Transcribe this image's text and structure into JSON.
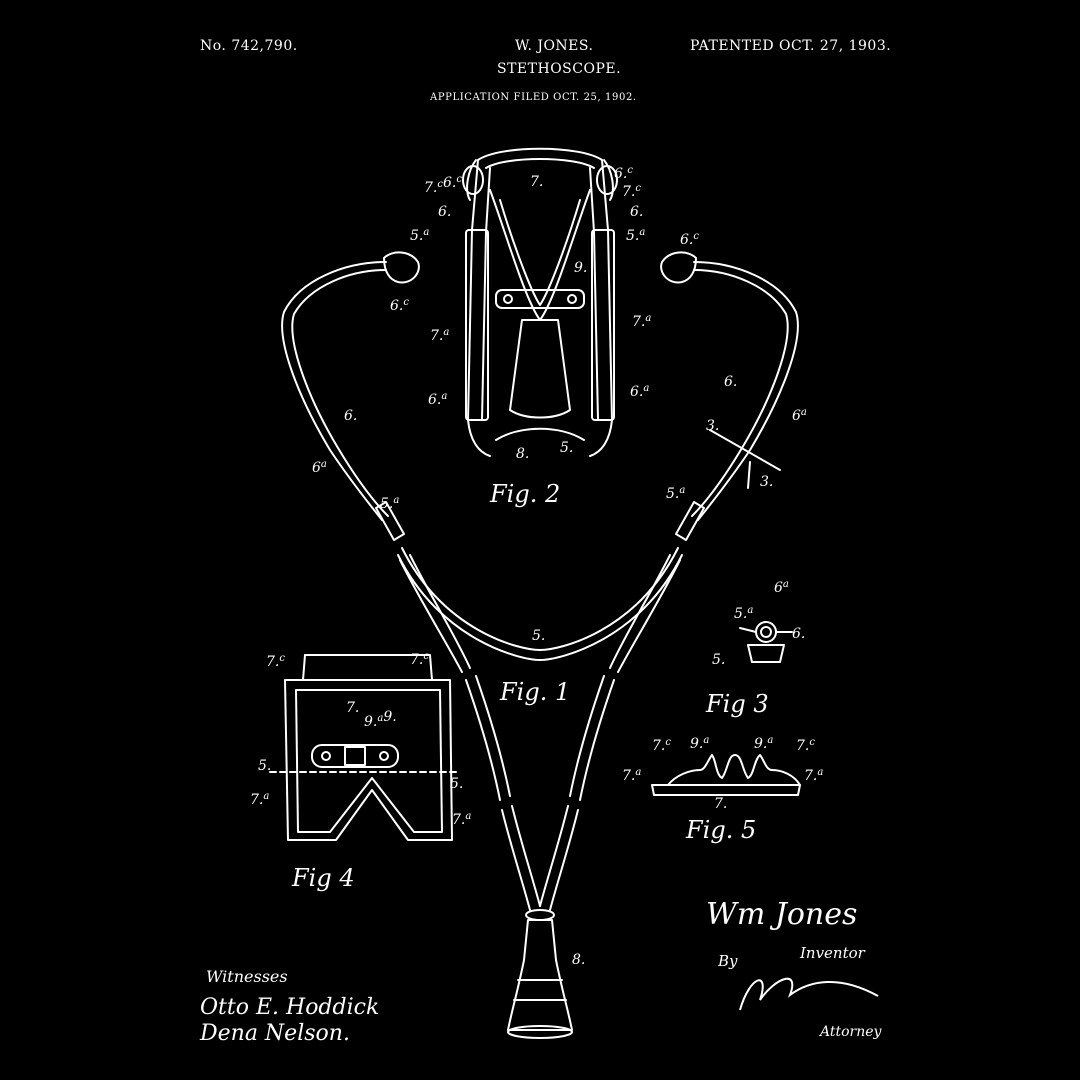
{
  "header": {
    "patent_number": "No. 742,790.",
    "inventor": "W. JONES.",
    "patent_date": "PATENTED OCT. 27, 1903.",
    "title": "STETHOSCOPE.",
    "application": "APPLICATION FILED OCT. 25, 1902."
  },
  "figures": {
    "fig1": "Fig. 1",
    "fig2": "Fig. 2",
    "fig3": "Fig 3",
    "fig4": "Fig 4",
    "fig5": "Fig. 5"
  },
  "signatures": {
    "inventor_signature": "Wm Jones",
    "inventor_label": "Inventor",
    "by": "By",
    "attorney_label": "Attorney",
    "witnesses_label": "Witnesses",
    "witness_1": "Otto E. Hoddick",
    "witness_2": "Dena Nelson."
  },
  "colors": {
    "background": "#000000",
    "ink": "#ffffff"
  }
}
